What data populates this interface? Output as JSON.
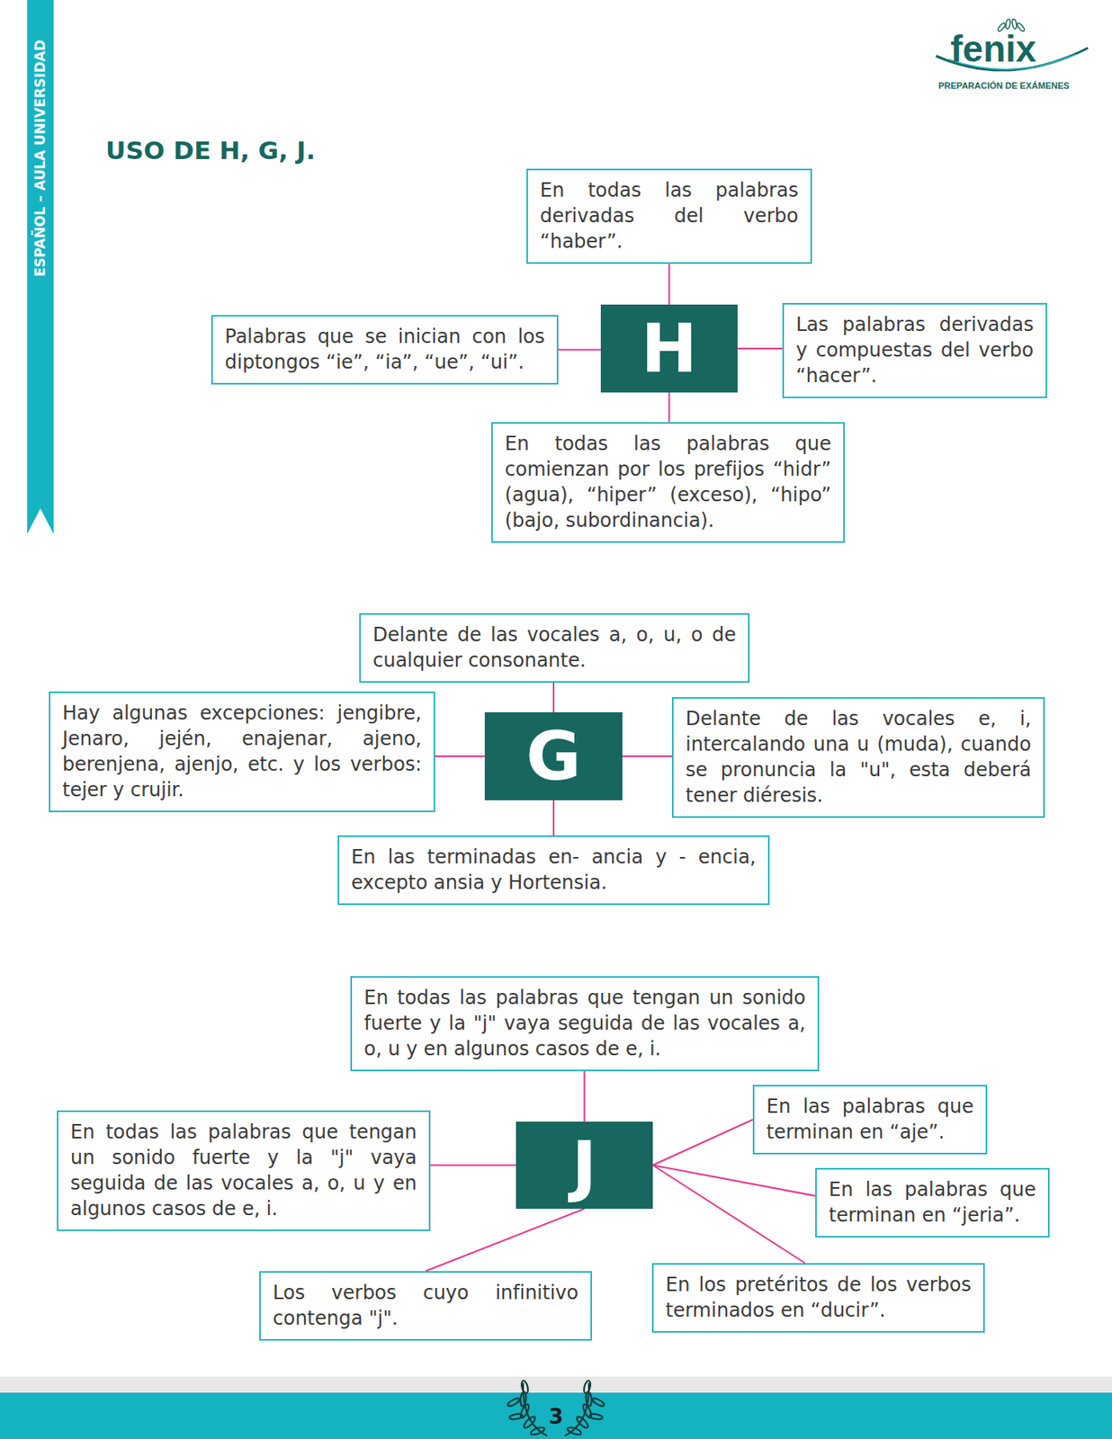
{
  "diagram": {
    "title": "USO DE H, G, J.",
    "nodes": [
      {
        "text": [
          "En todas las palabras derivadas del verbo “haber”."
        ]
      },
      {
        "text": [
          "Palabras que se inician con los diptongos “ie”, “ia”, “ue”, “ui”."
        ]
      },
      {
        "text": [
          "H"
        ]
      },
      {
        "text": [
          "Las palabras derivadas y compuestas del verbo “hacer”."
        ]
      },
      {
        "text": [
          "En todas las palabras que comienzan por los prefijos “hidr” (agua), “hiper” (exceso), “hipo” (bajo, subordinancia)."
        ]
      },
      {
        "text": [
          "Delante de las vocales a, o, u, o de cualquier consonante."
        ]
      },
      {
        "text": [
          "Hay algunas excepciones: jengibre, Jenaro, jején, enajenar, ajeno, berenjena, ajenjo, etc. y los verbos: tejer y crujir."
        ]
      },
      {
        "text": [
          "G"
        ]
      },
      {
        "text": [
          "Delante de las vocales e, i, intercalando una u (muda), cuando se pronuncia la \"u\", esta deberá tener diéresis."
        ]
      },
      {
        "text": [
          "En las terminadas en- ancia y - encia, excepto ansia y Hortensia."
        ]
      },
      {
        "text": [
          "En todas las palabras que tengan un sonido fuerte y la \"j\" vaya seguida de las vocales a, o, u y en algunos casos de e, i."
        ]
      },
      {
        "text": [
          "En todas las palabras que tengan un sonido fuerte y la \"j\" vaya seguida de las vocales a, o, u y en algunos casos de e, i."
        ]
      },
      {
        "text": [
          "J"
        ]
      },
      {
        "text": [
          "En las palabras que terminan en “aje”."
        ]
      },
      {
        "text": [
          "En las palabras que terminan en “jeria”."
        ]
      },
      {
        "text": [
          "Los verbos cuyo infinitivo contenga \"j\"."
        ]
      },
      {
        "text": [
          "En los pretéritos de los verbos terminados en “ducir”."
        ]
      }
    ],
    "edges": [
      {
        "from": 2,
        "to": 0,
        "arrow": "none"
      },
      {
        "from": 2,
        "to": 1,
        "arrow": "none"
      },
      {
        "from": 2,
        "to": 3,
        "arrow": "none"
      },
      {
        "from": 2,
        "to": 4,
        "arrow": "none"
      },
      {
        "from": 7,
        "to": 5,
        "arrow": "none"
      },
      {
        "from": 7,
        "to": 6,
        "arrow": "none"
      },
      {
        "from": 7,
        "to": 8,
        "arrow": "none"
      },
      {
        "from": 7,
        "to": 9,
        "arrow": "none"
      },
      {
        "from": 12,
        "to": 10,
        "arrow": "none"
      },
      {
        "from": 12,
        "to": 11,
        "arrow": "none"
      },
      {
        "from": 12,
        "to": 13,
        "arrow": "none"
      },
      {
        "from": 12,
        "to": 14,
        "arrow": "none"
      },
      {
        "from": 12,
        "to": 16,
        "arrow": "none"
      },
      {
        "from": 12,
        "to": 15,
        "arrow": "none"
      }
    ],
    "labels": [
      "ESPAÑOL – AULA UNIVERSIDAD",
      "fenix",
      "PREPARACIÓN DE EXÁMENES",
      "3"
    ]
  }
}
